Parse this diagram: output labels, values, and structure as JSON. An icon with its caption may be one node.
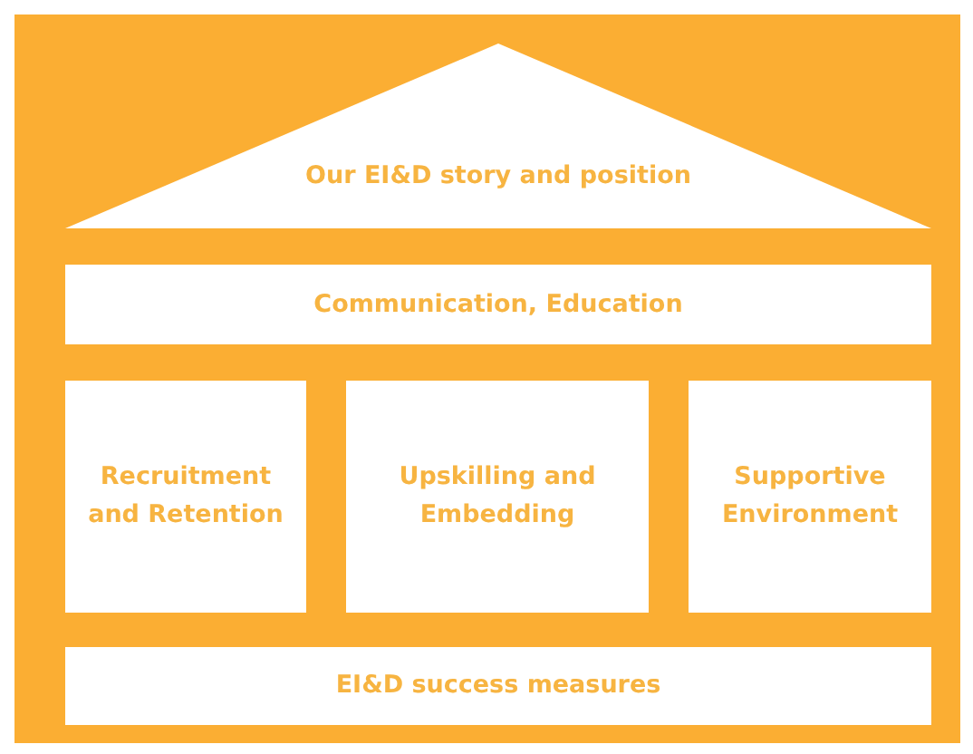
{
  "diagram": {
    "nodes": [
      {
        "text": [
          "Our EI&D story and position"
        ]
      },
      {
        "text": [
          "Communication, Education"
        ]
      },
      {
        "text": [
          "Recruitment and Retention"
        ]
      },
      {
        "text": [
          "Upskilling and Embedding"
        ]
      },
      {
        "text": [
          "Supportive Environment"
        ]
      },
      {
        "text": [
          "EI&D success measures"
        ]
      }
    ],
    "edges": []
  }
}
